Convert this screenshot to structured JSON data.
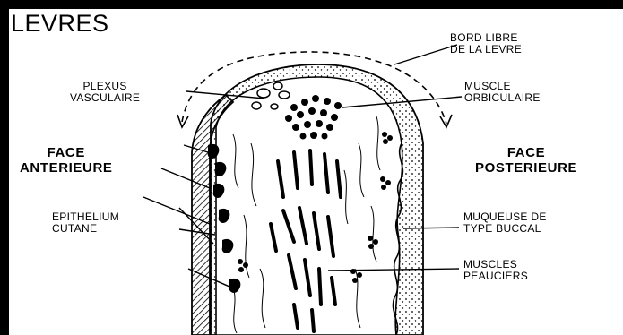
{
  "title": "LEVRES",
  "labels": {
    "bord_libre": [
      "BORD LIBRE",
      "DE LA LEVRE"
    ],
    "plexus": [
      "PLEXUS",
      "VASCULAIRE"
    ],
    "muscle_orbiculaire": [
      "MUSCLE",
      "ORBICULAIRE"
    ],
    "face_anterieure": [
      "FACE",
      "ANTERIEURE"
    ],
    "face_posterieure": [
      "FACE",
      "POSTERIEURE"
    ],
    "epithelium": [
      "EPITHELIUM",
      "CUTANE"
    ],
    "muqueuse": [
      "MUQUEUSE DE",
      "TYPE BUCCAL"
    ],
    "muscles_peauciers": [
      "MUSCLES",
      "PEAUCIERS"
    ]
  }
}
